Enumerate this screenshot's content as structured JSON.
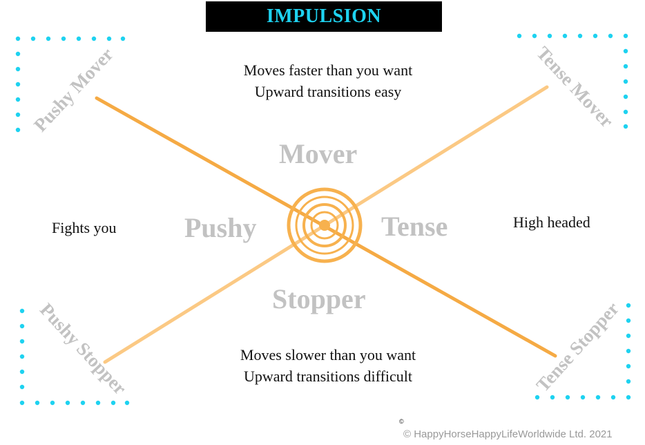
{
  "title": "IMPULSION",
  "top_text": {
    "line1": "Moves faster than you want",
    "line2": "Upward transitions easy"
  },
  "bottom_text": {
    "line1": "Moves slower than you want",
    "line2": "Upward transitions difficult"
  },
  "left_text": "Fights you",
  "right_text": "High headed",
  "center_labels": {
    "top": "Mover",
    "bottom": "Stopper",
    "left": "Pushy",
    "right": "Tense"
  },
  "corner_labels": {
    "top_left": "Pushy Mover",
    "top_right": "Tense Mover",
    "bottom_left": "Pushy Stopper",
    "bottom_right": "Tense Stopper"
  },
  "copyright_mark": "©",
  "footer": "© HappyHorseHappyLifeWorldwide Ltd. 2021",
  "colors": {
    "title_bg": "#000000",
    "title_text": "#1ed2f0",
    "dots": "#1ed2f0",
    "line_strong": "#f5a130",
    "line_light": "#fbc477",
    "target": "#f7b14e",
    "grey_label": "#c2c2c2"
  }
}
